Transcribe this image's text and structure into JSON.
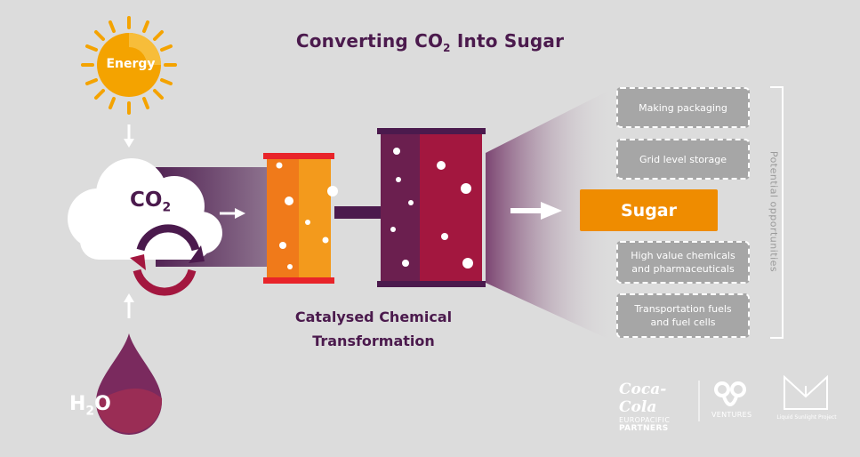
{
  "title": {
    "prefix": "Converting CO",
    "sub": "2",
    "suffix": " Into Sugar"
  },
  "energy_label": "Energy",
  "co2_label": {
    "main": "CO",
    "sub": "2"
  },
  "h2o_label": {
    "h": "H",
    "sub": "2",
    "o": "O"
  },
  "process_caption": {
    "line1": "Catalysed Chemical",
    "line2": "Transformation"
  },
  "output_label": "Sugar",
  "opportunities": [
    {
      "line1": "Making packaging",
      "line2": ""
    },
    {
      "line1": "Grid level storage",
      "line2": ""
    },
    {
      "line1": "High value chemicals",
      "line2": "and pharmaceuticals"
    },
    {
      "line1": "Transportation fuels",
      "line2": "and fuel cells"
    }
  ],
  "opportunities_heading": "Potential opportunities",
  "logos": {
    "coca_cola_script": "Coca-Cola",
    "coca_cola_line2": "EUROPACIFIC",
    "coca_cola_line3": "PARTNERS",
    "ventures": "VENTURES",
    "ldp": "Liquid Sunlight Project"
  },
  "colors": {
    "background": "#dcdcdc",
    "title": "#4b1a4d",
    "sun": "#f4a300",
    "orange": "#ef8c00",
    "red": "#e8242a",
    "plum": "#6b1f4f",
    "crimson": "#a3173f",
    "box_fill": "#a6a6a6"
  }
}
